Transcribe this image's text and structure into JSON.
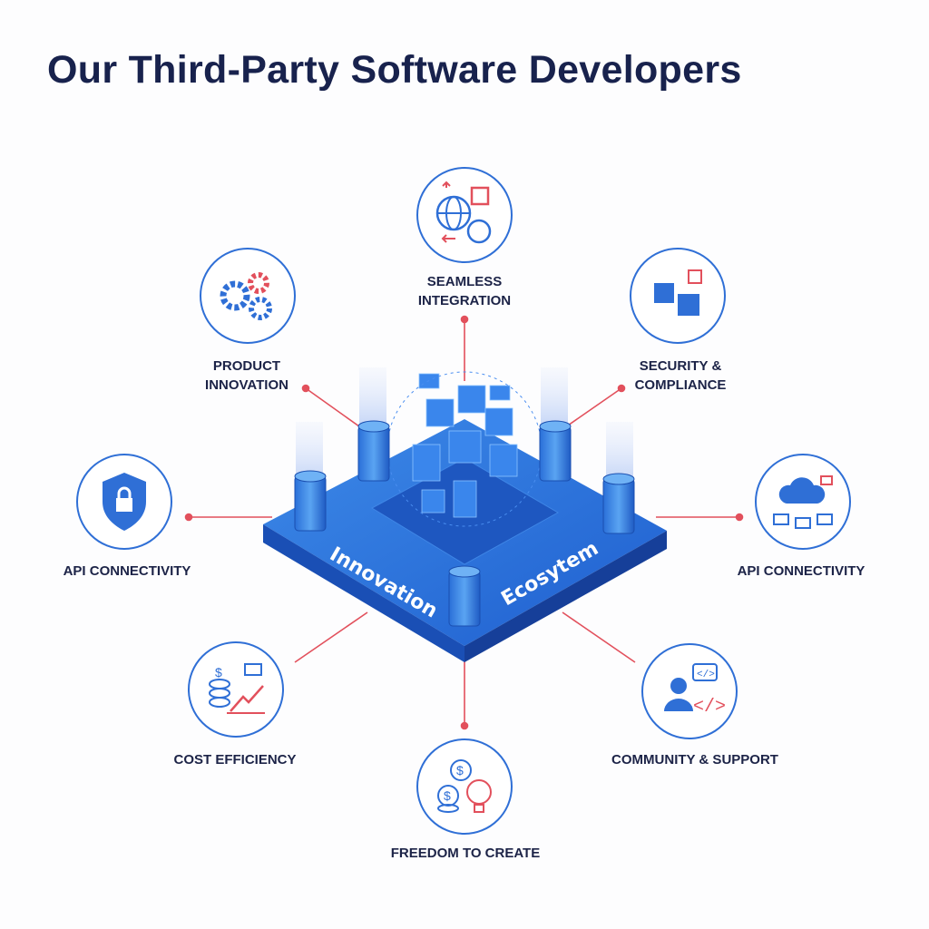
{
  "title": "Our Third-Party Software Developers",
  "platform": {
    "left_label": "Innovation",
    "right_label": "Ecosytem"
  },
  "nodes": [
    {
      "label": "SEAMLESS INTEGRATION",
      "icon": "globe-puzzle-icon"
    },
    {
      "label": "PRODUCT INNOVATION",
      "icon": "gears-icon"
    },
    {
      "label": "SECURITY & COMPLIANCE",
      "icon": "puzzle-icon"
    },
    {
      "label": "API CONNECTIVITY",
      "icon": "shield-lock-icon"
    },
    {
      "label": "API CONNECTIVITY",
      "icon": "cloud-network-icon"
    },
    {
      "label": "COST EFFICIENCY",
      "icon": "coins-chart-icon"
    },
    {
      "label": "COMMUNITY & SUPPORT",
      "icon": "developer-code-icon"
    },
    {
      "label": "FREEDOM TO CREATE",
      "icon": "coins-lightbulb-icon"
    }
  ],
  "colors": {
    "primary": "#2f6fd6",
    "accent": "#e2505c",
    "title": "#18224d"
  }
}
